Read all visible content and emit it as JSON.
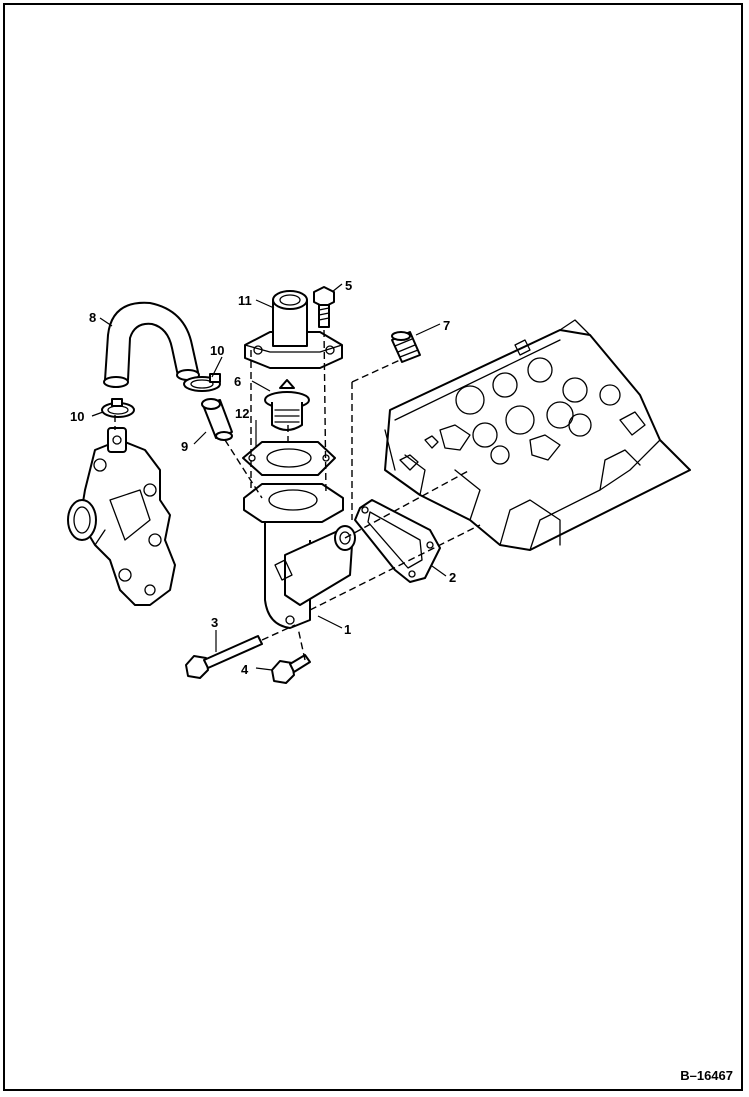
{
  "diagram": {
    "callouts": {
      "c1": "1",
      "c2": "2",
      "c3": "3",
      "c4": "4",
      "c5": "5",
      "c6": "6",
      "c7": "7",
      "c8": "8",
      "c9": "9",
      "c10a": "10",
      "c10b": "10",
      "c11": "11",
      "c12": "12"
    },
    "reference": "B–16467"
  }
}
